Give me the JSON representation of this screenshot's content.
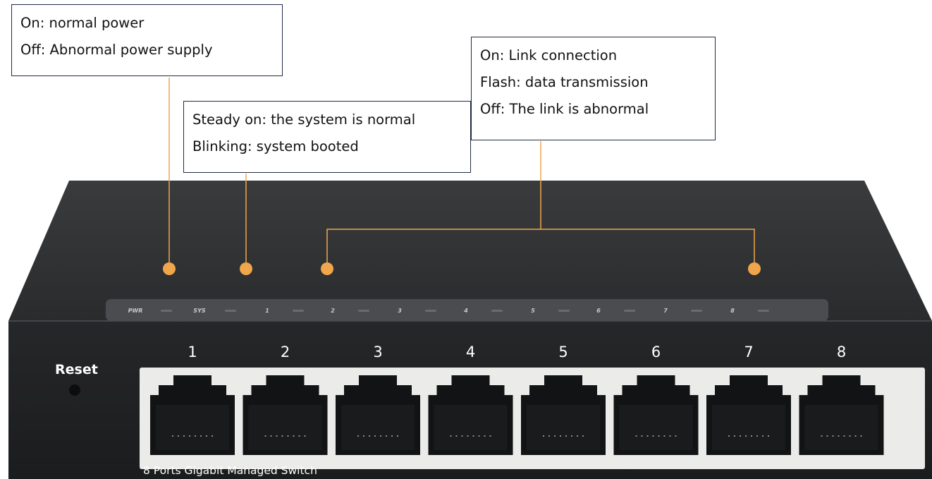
{
  "callouts": {
    "power": {
      "lines": [
        "On: normal power",
        "Off: Abnormal power supply"
      ]
    },
    "system": {
      "lines": [
        "Steady on: the system is normal",
        "Blinking: system booted"
      ]
    },
    "link": {
      "lines": [
        "On: Link connection",
        "Flash: data transmission",
        "Off: The link is abnormal"
      ]
    }
  },
  "device": {
    "reset_label": "Reset",
    "model_label": "8 Ports Gigabit Managed Switch",
    "led_labels": [
      "PWR",
      "SYS",
      "1",
      "2",
      "3",
      "4",
      "5",
      "6",
      "7",
      "8"
    ],
    "port_numbers": [
      "1",
      "2",
      "3",
      "4",
      "5",
      "6",
      "7",
      "8"
    ]
  },
  "colors": {
    "leader_line": "#f0a64a",
    "callout_border": "#1f2a44",
    "chassis": "#1e1f21",
    "port_frame": "#ebebea"
  }
}
